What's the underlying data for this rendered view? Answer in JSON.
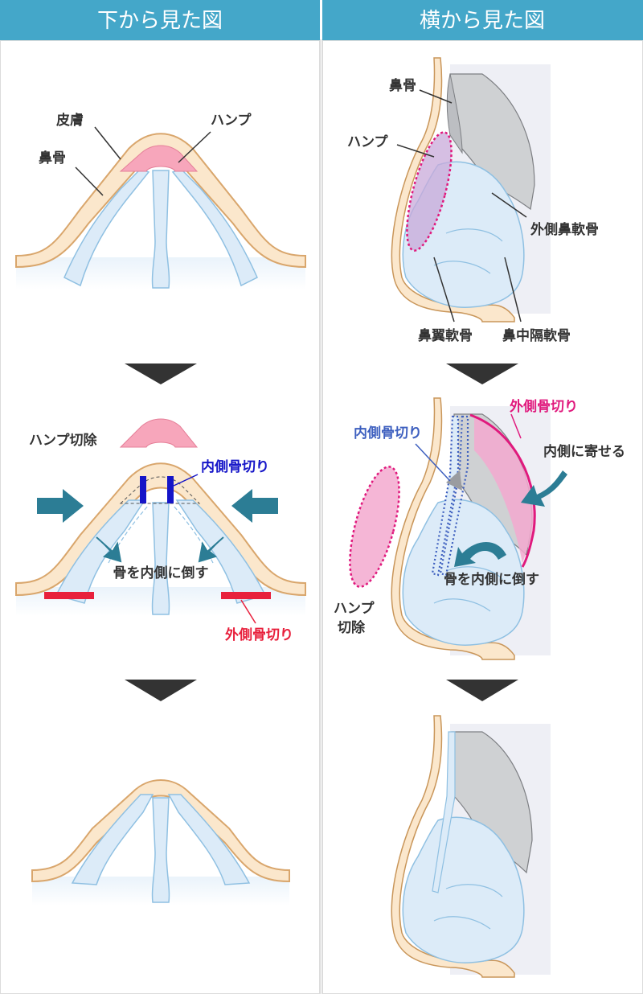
{
  "headers": {
    "left": "下から見た図",
    "right": "横から見た図"
  },
  "labels": {
    "skin": "皮膚",
    "nasal_bone_left": "鼻骨",
    "hump_left": "ハンプ",
    "hump_resection_left": "ハンプ切除",
    "medial_osteotomy_left": "内側骨切り",
    "tilt_left": "骨を内側に倒す",
    "lateral_osteotomy_left": "外側骨切り",
    "nasal_bone_right": "鼻骨",
    "hump_right": "ハンプ",
    "upper_lateral_cartilage": "外側鼻軟骨",
    "alar_cartilage": "鼻翼軟骨",
    "septal_cartilage": "鼻中隔軟骨",
    "medial_osteotomy_right": "内側骨切り",
    "lateral_osteotomy_right": "外側骨切り",
    "bring_inward": "内側に寄せる",
    "tilt_right": "骨を内側に倒す",
    "hump_resection_right_1": "ハンプ",
    "hump_resection_right_2": "切除"
  },
  "colors": {
    "header_bg": "#44a7c9",
    "skin_fill": "#fbe7cc",
    "skin_stroke": "#d9a66c",
    "bone_fill": "#dcebf8",
    "bone_stroke": "#8fc0e2",
    "hump_fill": "#f7a6bb",
    "gray_bone": "#cfd1d3",
    "medial_mark": "#1515c8",
    "lateral_mark": "#e8203c",
    "arrow": "#2c7d95",
    "magenta": "#e0197d",
    "down_arrow": "#333333"
  }
}
